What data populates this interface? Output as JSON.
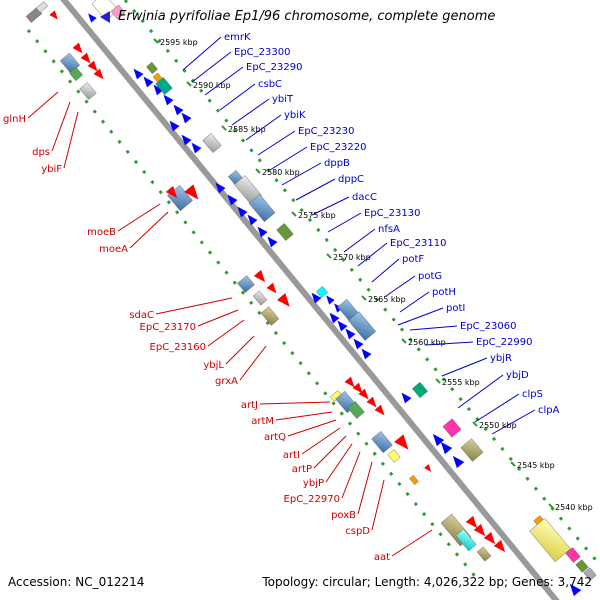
{
  "title": "Erwinia pyrifoliae Ep1/96 chromosome, complete genome",
  "footer": {
    "accession": "Accession: NC_012214",
    "summary": "Topology: circular; Length: 4,026,322 bp; Genes: 3,742"
  },
  "ticks": [
    "2595 kbp",
    "2590 kbp",
    "2585 kbp",
    "2580 kbp",
    "2575 kbp",
    "2570 kbp",
    "2565 kbp",
    "2560 kbp",
    "2555 kbp",
    "2550 kbp",
    "2545 kbp",
    "2540 kbp"
  ],
  "right_labels": [
    "emrK",
    "EpC_23300",
    "EpC_23290",
    "csbC",
    "ybiT",
    "ybiK",
    "EpC_23230",
    "EpC_23220",
    "dppB",
    "dppC",
    "dacC",
    "EpC_23130",
    "nfsA",
    "EpC_23110",
    "potF",
    "potG",
    "potH",
    "potI",
    "EpC_23060",
    "EpC_22990",
    "ybjR",
    "ybjD",
    "clpS",
    "clpA"
  ],
  "left_labels": [
    "glnH",
    "dps",
    "ybiF",
    "moeB",
    "moeA",
    "sdaC",
    "EpC_23170",
    "EpC_23160",
    "ybjL",
    "grxA",
    "artJ",
    "artM",
    "artQ",
    "artI",
    "artP",
    "ybjP",
    "EpC_22970",
    "poxB",
    "cspD",
    "aat"
  ],
  "colors": {
    "backbone": "#999999",
    "track_dots": "#339933",
    "forward_gene": "#ff0000",
    "reverse_gene": "#0000ff",
    "right_label": "#0000cc",
    "left_label": "#cc0000"
  }
}
